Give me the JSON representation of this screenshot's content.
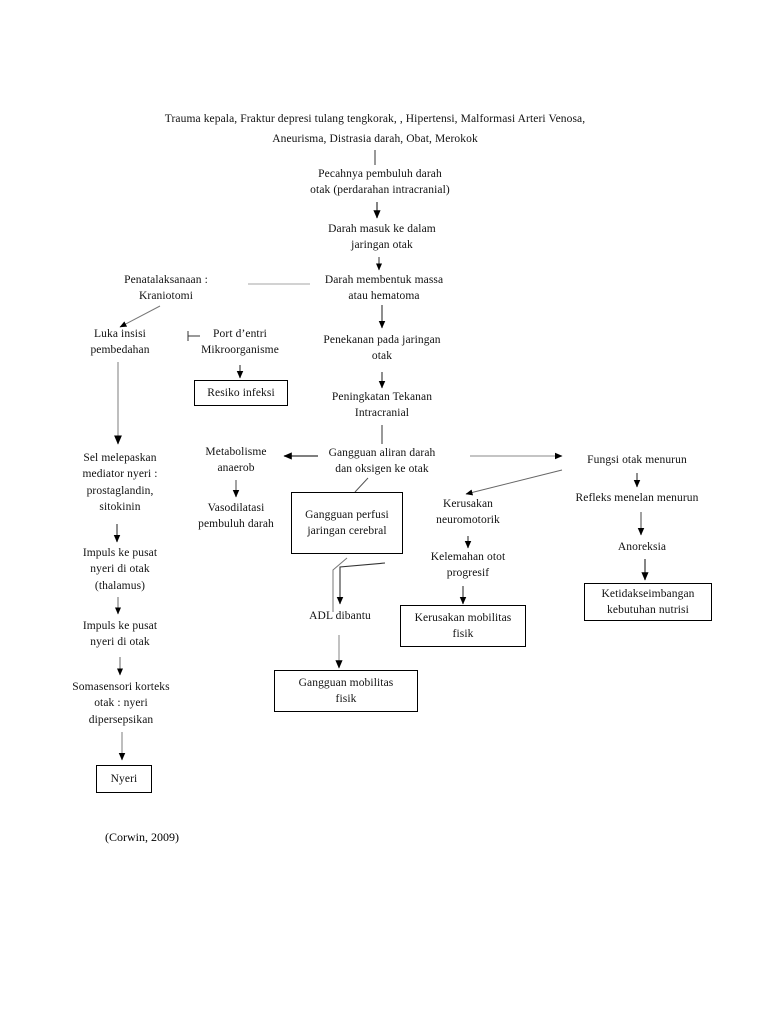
{
  "document": {
    "title_line_1": "Trauma kepala, Fraktur depresi tulang tengkorak,  , Hipertensi, Malformasi Arteri Venosa,",
    "title_line_2": "Aneurisma, Distrasia darah, Obat, Merokok",
    "citation": "(Corwin, 2009)",
    "background_color": "#ffffff",
    "line_color": "#000000"
  },
  "nodes": {
    "etiology": "Trauma kepala, Fraktur depresi tulang tengkorak,  , Hipertensi, Malformasi Arteri Venosa,\nAneurisma, Distrasia darah, Obat, Merokok",
    "pecahnya": "Pecahnya pembuluh darah\notak (perdarahan intracranial)",
    "darah_masuk": "Darah masuk ke dalam\njaringan otak",
    "darah_massa": "Darah membentuk massa\natau hematoma",
    "penatalaksanaan": "Penatalaksanaan :\nKraniotomi",
    "luka_insisi": "Luka insisi\npembedahan",
    "port_entri": "Port d’entri\nMikroorganisme",
    "resiko_infeksi": "Resiko infeksi",
    "penekanan": "Penekanan pada jaringan\notak",
    "peningkatan_tik": "Peningkatan Tekanan\nIntracranial",
    "gangguan_aliran": "Gangguan aliran darah\ndan oksigen ke otak",
    "sel_melepaskan": "Sel melepaskan\nmediator nyeri :\nprostaglandin,\nsitokinin",
    "impuls_thalamus": "Impuls ke pusat\nnyeri di otak\n(thalamus)",
    "impuls_otak": "Impuls ke pusat\nnyeri di otak",
    "somasensori": "Somasensori korteks\notak :  nyeri\ndipersepsikan",
    "nyeri": "Nyeri",
    "metabolisme": "Metabolisme\nanaerob",
    "vasodilatasi": "Vasodilatasi\npembuluh darah",
    "gangguan_perfusi": "Gangguan perfusi\njaringan cerebral",
    "kerusakan_neuro": "Kerusakan\nneuromotorik",
    "kelemahan_otot": "Kelemahan otot\nprogresif",
    "adl_dibantu": "ADL dibantu",
    "kerusakan_mobilitas": "Kerusakan mobilitas\nfisik",
    "gangguan_mobilitas": "Gangguan mobilitas\nfisik",
    "fungsi_otak": "Fungsi otak menurun",
    "refleks_menelan": "Refleks menelan menurun",
    "anoreksia": "Anoreksia",
    "ketidakseimbangan": "Ketidakseimbangan\nkebutuhan nutrisi"
  }
}
